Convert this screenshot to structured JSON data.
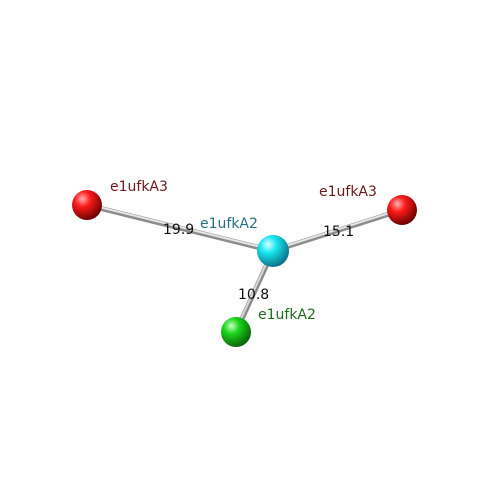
{
  "nodes": [
    {
      "id": "n_left_red",
      "label": "e1ufkA3",
      "color": "#ff1a1a",
      "label_color": "#6b1a1a"
    },
    {
      "id": "n_right_red",
      "label": "e1ufkA3",
      "color": "#ff1a1a",
      "label_color": "#6b1a1a"
    },
    {
      "id": "n_center_cyan",
      "label": "e1ufkA2",
      "color": "#19e6f0",
      "label_color": "#2a6f80"
    },
    {
      "id": "n_bottom_green",
      "label": "e1ufkA2",
      "color": "#19d619",
      "label_color": "#1e6b1e"
    }
  ],
  "edges": [
    {
      "from": "n_center_cyan",
      "to": "n_left_red",
      "distance": "19.9"
    },
    {
      "from": "n_center_cyan",
      "to": "n_right_red",
      "distance": "15.1"
    },
    {
      "from": "n_center_cyan",
      "to": "n_bottom_green",
      "distance": "10.8"
    }
  ]
}
